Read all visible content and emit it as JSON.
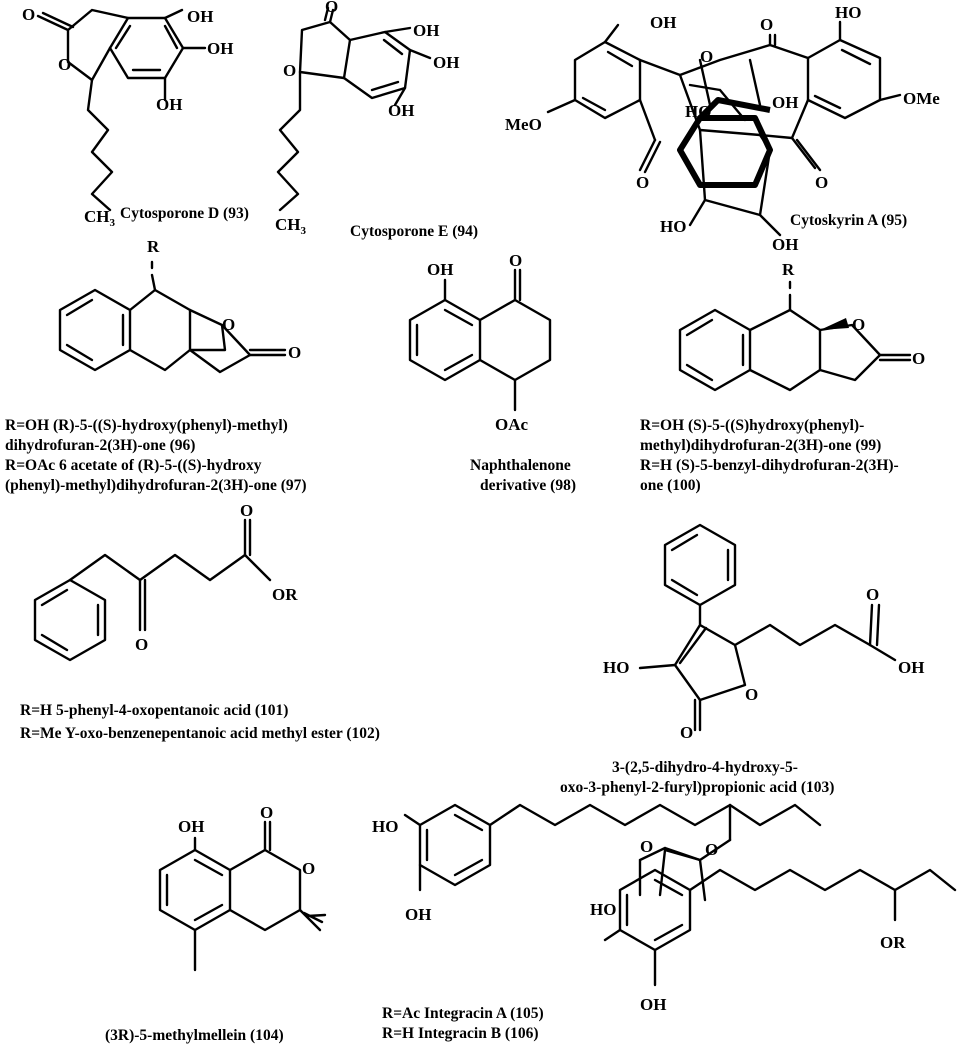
{
  "compounds": {
    "c93": {
      "name": "Cytosporone D (93)",
      "atoms": {
        "oh1": "OH",
        "oh2": "OH",
        "oh3": "OH",
        "o_ring": "O",
        "o_keto": "O",
        "ch3": "CH"
      }
    },
    "c94": {
      "name": "Cytosporone E (94)",
      "atoms": {
        "oh1": "OH",
        "oh2": "OH",
        "oh3": "OH",
        "o_ring": "O",
        "o_keto": "O",
        "ch3": "CH"
      }
    },
    "c95": {
      "name": "Cytoskyrin A (95)",
      "atoms": {
        "oh_a": "OH",
        "ho_b": "HO",
        "meo": "MeO",
        "ome": "OMe",
        "ho_c": "HO",
        "oh_d": "OH",
        "ho_e": "HO",
        "oh_f": "OH",
        "o1": "O",
        "o2": "O",
        "o3": "O",
        "o4": "O"
      }
    },
    "c96_97": {
      "r_label": "R",
      "atoms": {
        "o_ring": "O",
        "o_keto": "O"
      },
      "lines": [
        "R=OH (R)-5-((S)-hydroxy(phenyl)-methyl)",
        "dihydrofuran-2(3H)-one (96)",
        "R=OAc 6 acetate of (R)-5-((S)-hydroxy",
        "(phenyl)-methyl)dihydrofuran-2(3H)-one (97)"
      ]
    },
    "c98": {
      "atoms": {
        "oh": "OH",
        "o_keto": "O",
        "oac": "OAc"
      },
      "lines": [
        "Naphthalenone",
        "derivative (98)"
      ]
    },
    "c99_100": {
      "r_label": "R",
      "atoms": {
        "o_ring": "O",
        "o_keto": "O"
      },
      "lines": [
        "R=OH  (S)-5-((S)hydroxy(phenyl)-",
        "methyl)dihydrofuran-2(3H)-one (99)",
        "R=H (S)-5-benzyl-dihydrofuran-2(3H)-",
        "one (100)"
      ]
    },
    "c101_102": {
      "atoms": {
        "o_keto": "O",
        "o_ester": "O",
        "or": "OR"
      },
      "lines": [
        "R=H  5-phenyl-4-oxopentanoic acid (101)",
        "R=Me  Y-oxo-benzenepentanoic acid methyl ester (102)"
      ]
    },
    "c103": {
      "atoms": {
        "ho": "HO",
        "o_ring": "O",
        "o_keto": "O",
        "o_acid": "O",
        "oh": "OH"
      },
      "lines": [
        "3-(2,5-dihydro-4-hydroxy-5-",
        "oxo-3-phenyl-2-furyl)propionic acid (103)"
      ]
    },
    "c104": {
      "atoms": {
        "oh": "OH",
        "o_keto": "O",
        "o_ring": "O"
      },
      "name": "(3R)-5-methylmellein (104)"
    },
    "c105_106": {
      "atoms": {
        "ho1": "HO",
        "oh1": "OH",
        "o_ester": "O",
        "o_keto": "O",
        "ho2": "HO",
        "oh2": "OH",
        "or": "OR"
      },
      "lines": [
        "R=Ac Integracin A (105)",
        "R=H Integracin B (106)"
      ]
    }
  }
}
